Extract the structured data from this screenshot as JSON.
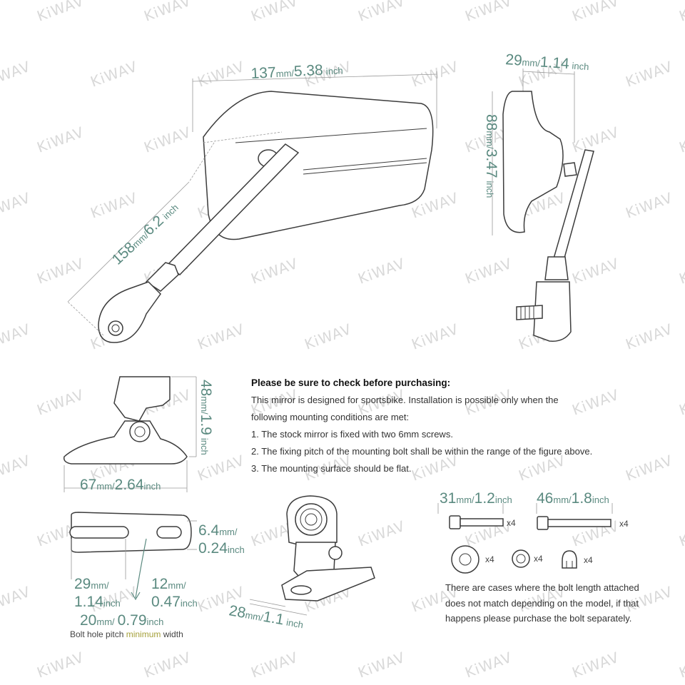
{
  "watermark": "KiWAV",
  "colors": {
    "dimension": "#5b8a80",
    "highlight": "#a5a03a",
    "line": "#3c3c3c"
  },
  "mirror_front": {
    "width_mm": "137",
    "width_mm_unit": "mm/",
    "width_in": "5.38",
    "width_in_unit": "inch",
    "length_mm": "158",
    "length_mm_unit": "mm/",
    "length_in": "6.2",
    "length_in_unit": "inch"
  },
  "mirror_side": {
    "depth_mm": "29",
    "depth_mm_unit": "mm/",
    "depth_in": "1.14",
    "depth_in_unit": "inch",
    "height_mm": "88",
    "height_mm_unit": "mm/",
    "height_in": "3.47",
    "height_in_unit": "inch"
  },
  "bracket_side": {
    "height_mm": "48",
    "height_mm_unit": "mm/",
    "height_in": "1.9",
    "height_in_unit": "inch",
    "width_mm": "67",
    "width_mm_unit": "mm/",
    "width_in": "2.64",
    "width_in_unit": "inch"
  },
  "base_plate": {
    "thickness_mm": "6.4",
    "thickness_mm_unit": "mm/",
    "thickness_in": "0.24",
    "thickness_in_unit": "inch",
    "slot_mm": "29",
    "slot_mm_unit": "mm/",
    "slot_in": "1.14",
    "slot_in_unit": "inch",
    "gap_mm": "12",
    "gap_mm_unit": "mm/",
    "gap_in": "0.47",
    "gap_in_unit": "inch",
    "pitch_mm": "20",
    "pitch_mm_unit": "mm/",
    "pitch_in": "0.79",
    "pitch_in_unit": "inch",
    "caption_before": "Bolt hole pitch ",
    "caption_highlight": "minimum",
    "caption_after": " width"
  },
  "mount_3d": {
    "width_mm": "28",
    "width_mm_unit": "mm/",
    "width_in": "1.1",
    "width_in_unit": "inch"
  },
  "bolts": {
    "bolt_short": {
      "mm": "31",
      "mm_unit": "mm/",
      "in": "1.2",
      "in_unit": "inch",
      "qty": "x4"
    },
    "bolt_long": {
      "mm": "46",
      "mm_unit": "mm/",
      "in": "1.8",
      "in_unit": "inch",
      "qty": "x4"
    },
    "washer_qty": "x4",
    "nut_qty": "x4",
    "cap_qty": "x4",
    "note": "There are cases where the bolt length attached does not match depending on the model, if that happens please purchase the bolt separately."
  },
  "notes": {
    "title": "Please be sure to check before purchasing:",
    "intro": "This mirror is designed for sportsbike. Installation is possible only when the following mounting conditions are met:",
    "items": [
      "1. The stock mirror is fixed with two 6mm screws.",
      "2. The fixing pitch of the mounting bolt shall be within the range of the figure above.",
      "3. The mounting surface should be flat."
    ]
  }
}
